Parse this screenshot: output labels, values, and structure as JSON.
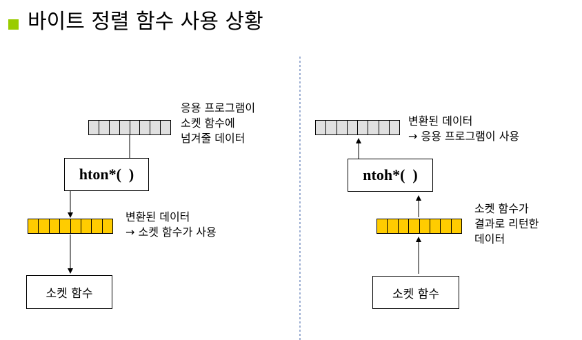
{
  "title": "바이트 정렬 함수 사용 상황",
  "colors": {
    "bullet": "#99cc00",
    "gray_cell": "#e0e0e0",
    "yellow_cell": "#ffcc00"
  },
  "left": {
    "app_data_label": [
      "응용 프로그램이",
      "소켓 함수에",
      "넘겨줄 데이터"
    ],
    "function_label": "hton*(  )",
    "converted_label": [
      "변환된 데이터",
      "→ 소켓 함수가 사용"
    ],
    "socket_label": "소켓 함수"
  },
  "right": {
    "converted_label": [
      "변환된 데이터",
      "→ 응용 프로그램이 사용"
    ],
    "function_label": "ntoh*(  )",
    "socket_result_label": [
      "소켓 함수가",
      "결과로 리턴한",
      "데이터"
    ],
    "socket_label": "소켓 함수"
  }
}
